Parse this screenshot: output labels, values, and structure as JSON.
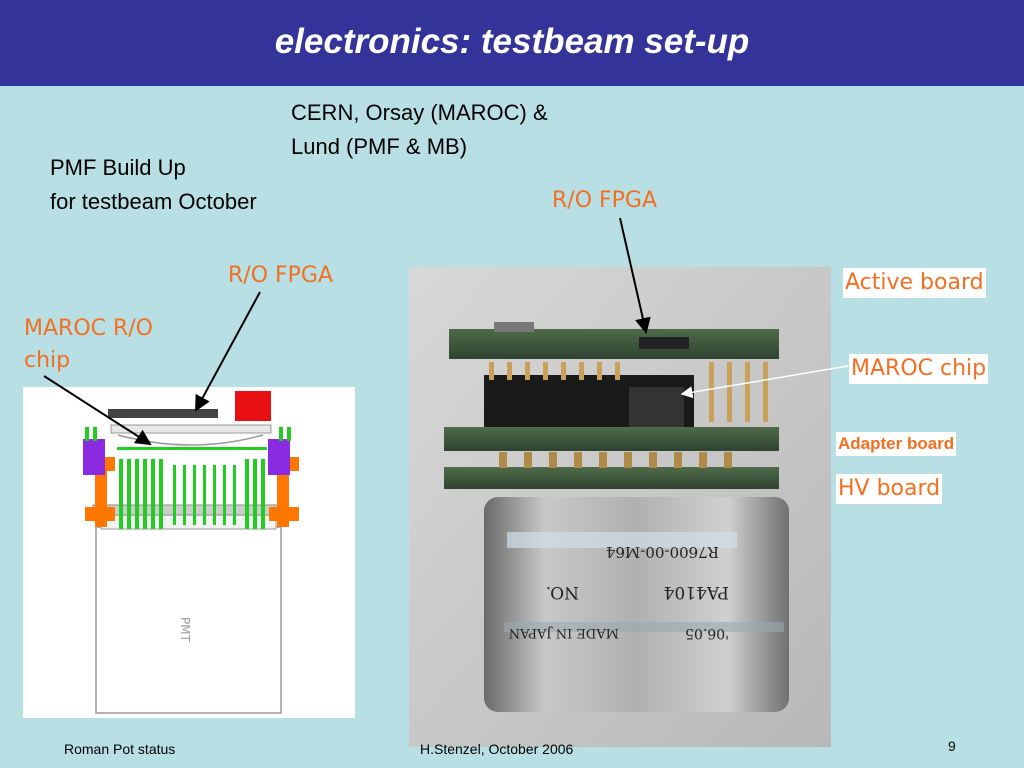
{
  "slide": {
    "title": "electronics: testbeam set-up",
    "credit_line1": "CERN, Orsay (MAROC) &",
    "credit_line2": "Lund (PMF & MB)",
    "build_line1": "PMF Build Up",
    "build_line2": "for testbeam October",
    "page_number": "9"
  },
  "labels": {
    "ro_fpga_left": "R/O FPGA",
    "ro_fpga_right": "R/O FPGA",
    "maroc_ro_line1": "MAROC R/O",
    "maroc_ro_line2": "chip",
    "active_board": "Active board",
    "maroc_chip": "MAROC chip",
    "adapter_board": "Adapter board",
    "hv_board": "HV board"
  },
  "schematic": {
    "pmt_label": "PMT"
  },
  "photo": {
    "print_made_in": "MADE IN JAPAN",
    "print_year": "'06.05",
    "print_no": "NO.",
    "print_serial": "PA4104",
    "print_model": "R7600-00-M64"
  },
  "footer": {
    "left": "Roman Pot status",
    "center": "H.Stenzel, October 2006"
  },
  "colors": {
    "title_bar": "#333399",
    "background": "#b8e0e4",
    "label_orange": "#f36f21"
  }
}
